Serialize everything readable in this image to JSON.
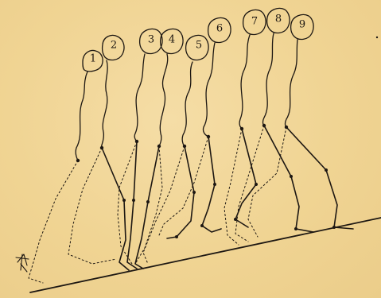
{
  "figures": [
    {
      "label": "1"
    },
    {
      "label": "2"
    },
    {
      "label": "3"
    },
    {
      "label": "4"
    },
    {
      "label": "5"
    },
    {
      "label": "6"
    },
    {
      "label": "7"
    },
    {
      "label": "8"
    },
    {
      "label": "9"
    }
  ],
  "signature": {
    "text": "R",
    "kind": "handwritten-monogram"
  },
  "ink_color": "#1d1712",
  "paper_color": "#f2d79a"
}
